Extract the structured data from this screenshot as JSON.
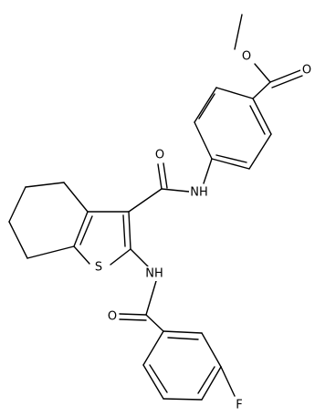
{
  "structure": {
    "atoms": {
      "methyl_O": "O",
      "carbonyl_O": "O",
      "amide1_O": "O",
      "amide1_N": "NH",
      "thiophene_S": "S",
      "amide2_N": "NH",
      "amide2_O": "O",
      "fluorine": "F"
    },
    "bond_color": "#000000",
    "label_color": "#000000"
  }
}
